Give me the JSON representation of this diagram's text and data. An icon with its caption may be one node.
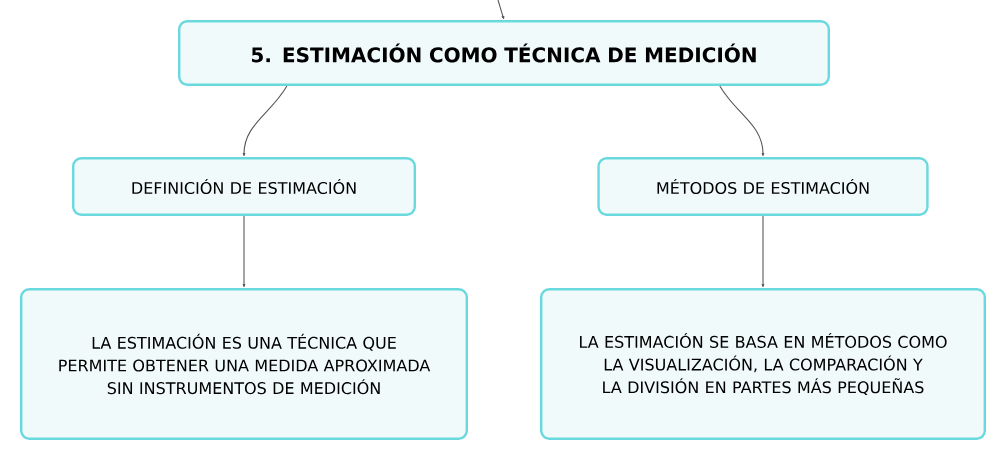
{
  "diagram": {
    "nodes": [
      {
        "text": [
          "5. ESTIMACIÓN COMO TÉCNICA DE MEDICIÓN"
        ]
      },
      {
        "text": [
          "DEFINICIÓN DE ESTIMACIÓN"
        ]
      },
      {
        "text": [
          "MÉTODOS DE ESTIMACIÓN"
        ]
      },
      {
        "text": [
          "LA ESTIMACIÓN ES UNA TÉCNICA QUE PERMITE OBTENER UNA MEDIDA APROXIMADA SIN INSTRUMENTOS DE MEDICIÓN"
        ]
      },
      {
        "text": [
          "LA ESTIMACIÓN SE BASA EN MÉTODOS COMO LA VISUALIZACIÓN, LA COMPARACIÓN Y LA DIVISIÓN EN PARTES MÁS PEQUEÑAS"
        ]
      }
    ],
    "edges": [
      {
        "from": null,
        "to": 0,
        "arrow": "to"
      },
      {
        "from": 0,
        "to": 1,
        "arrow": "to"
      },
      {
        "from": 0,
        "to": 2,
        "arrow": "to"
      },
      {
        "from": 1,
        "to": 3,
        "arrow": "to"
      },
      {
        "from": 2,
        "to": 4,
        "arrow": "to"
      }
    ]
  }
}
